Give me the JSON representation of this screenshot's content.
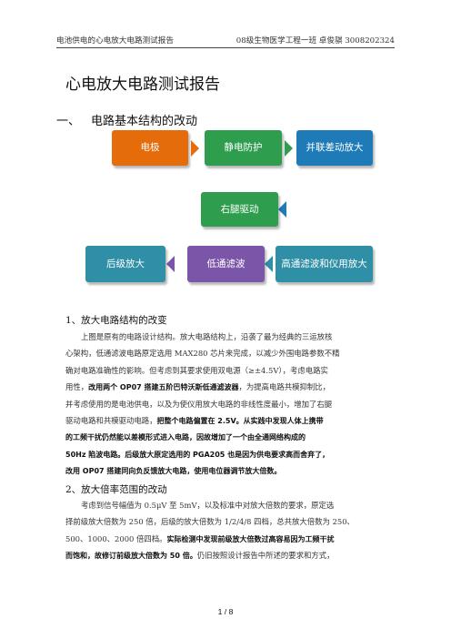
{
  "header": {
    "left": "电池供电的心电放大电路测试报告",
    "right": "08级生物医学工程一班  卓俊骐  3008202324"
  },
  "title": "心电放大电路测试报告",
  "section1": {
    "number": "一、",
    "heading": "电路基本结构的改动"
  },
  "diagram": {
    "boxes": {
      "b1": "电极",
      "b2": "静电防护",
      "b3": "并联差动放大",
      "b4": "右腿驱动",
      "b5": "高通滤波和仪用放大",
      "b6": "低通滤波",
      "b7": "后级放大"
    },
    "colors": {
      "orange": "#e46c0a",
      "green": "#2e9e4e",
      "blue": "#1f7ab8",
      "purple": "#7a55a8",
      "teal": "#2f8fa6"
    }
  },
  "sub1": {
    "heading": "1、放大电路结构的改变",
    "lines": [
      [
        {
          "t": "上图是原有的电路设计结构。放大电路结构上，沿袭了最为经典的三运放核"
        }
      ],
      [
        {
          "t": "心架构，低通滤波电路原定选用 MAX280 芯片来完成，以减少外围电路参数不精"
        }
      ],
      [
        {
          "t": "确对电路准确性的影响。但考虑到其要求使用双电源（≥±4.5V），考虑电路实"
        }
      ],
      [
        {
          "t": "用性，"
        },
        {
          "t": "改用两个 OP07 搭建五阶巴特沃斯低通滤波器",
          "b": true
        },
        {
          "t": "，为提高电路共模抑制比，"
        }
      ],
      [
        {
          "t": "并考虑使用的是电池供电，以及为使仪用放大电路的非线性度最小，增加了右腿"
        }
      ],
      [
        {
          "t": "驱动电路和共模驱动电路，"
        },
        {
          "t": "把整个电路偏置在 2.5V。从实践中发现人体上携带",
          "b": true
        }
      ],
      [
        {
          "t": "的工频干扰仍然能以差模形式进入电路，因故增加了一个由全通网络构成的",
          "b": true
        }
      ],
      [
        {
          "t": "50Hz 陷波电路。后级放大原定选用的 PGA205 也是因为供电要求高而舍弃了，",
          "b": true
        }
      ],
      [
        {
          "t": "改用 OP07 搭建同向负反馈放大电路，使用电位器调节放大倍数。",
          "b": true
        }
      ]
    ]
  },
  "sub2": {
    "heading": "2、放大倍率范围的改动",
    "lines": [
      [
        {
          "t": "考虑到信号幅值为 0.5μV 至 5mV，以及标准中对放大倍数的要求，原定选"
        }
      ],
      [
        {
          "t": "择前级放大倍数为 250 倍，后级的放大倍数为 1/2/4/8 四档，总共放大倍数为 250、"
        }
      ],
      [
        {
          "t": "500、1000、2000 倍四档。"
        },
        {
          "t": "实际检测中发现前级放大倍数过高容易因为工频干扰",
          "b": true
        }
      ],
      [
        {
          "t": "而饱和，故修订前级放大倍数为 50 倍。",
          "b": true
        },
        {
          "t": "仍旧按照设计报告中所述的要求和方式，"
        }
      ]
    ]
  },
  "footer": "1 / 8"
}
